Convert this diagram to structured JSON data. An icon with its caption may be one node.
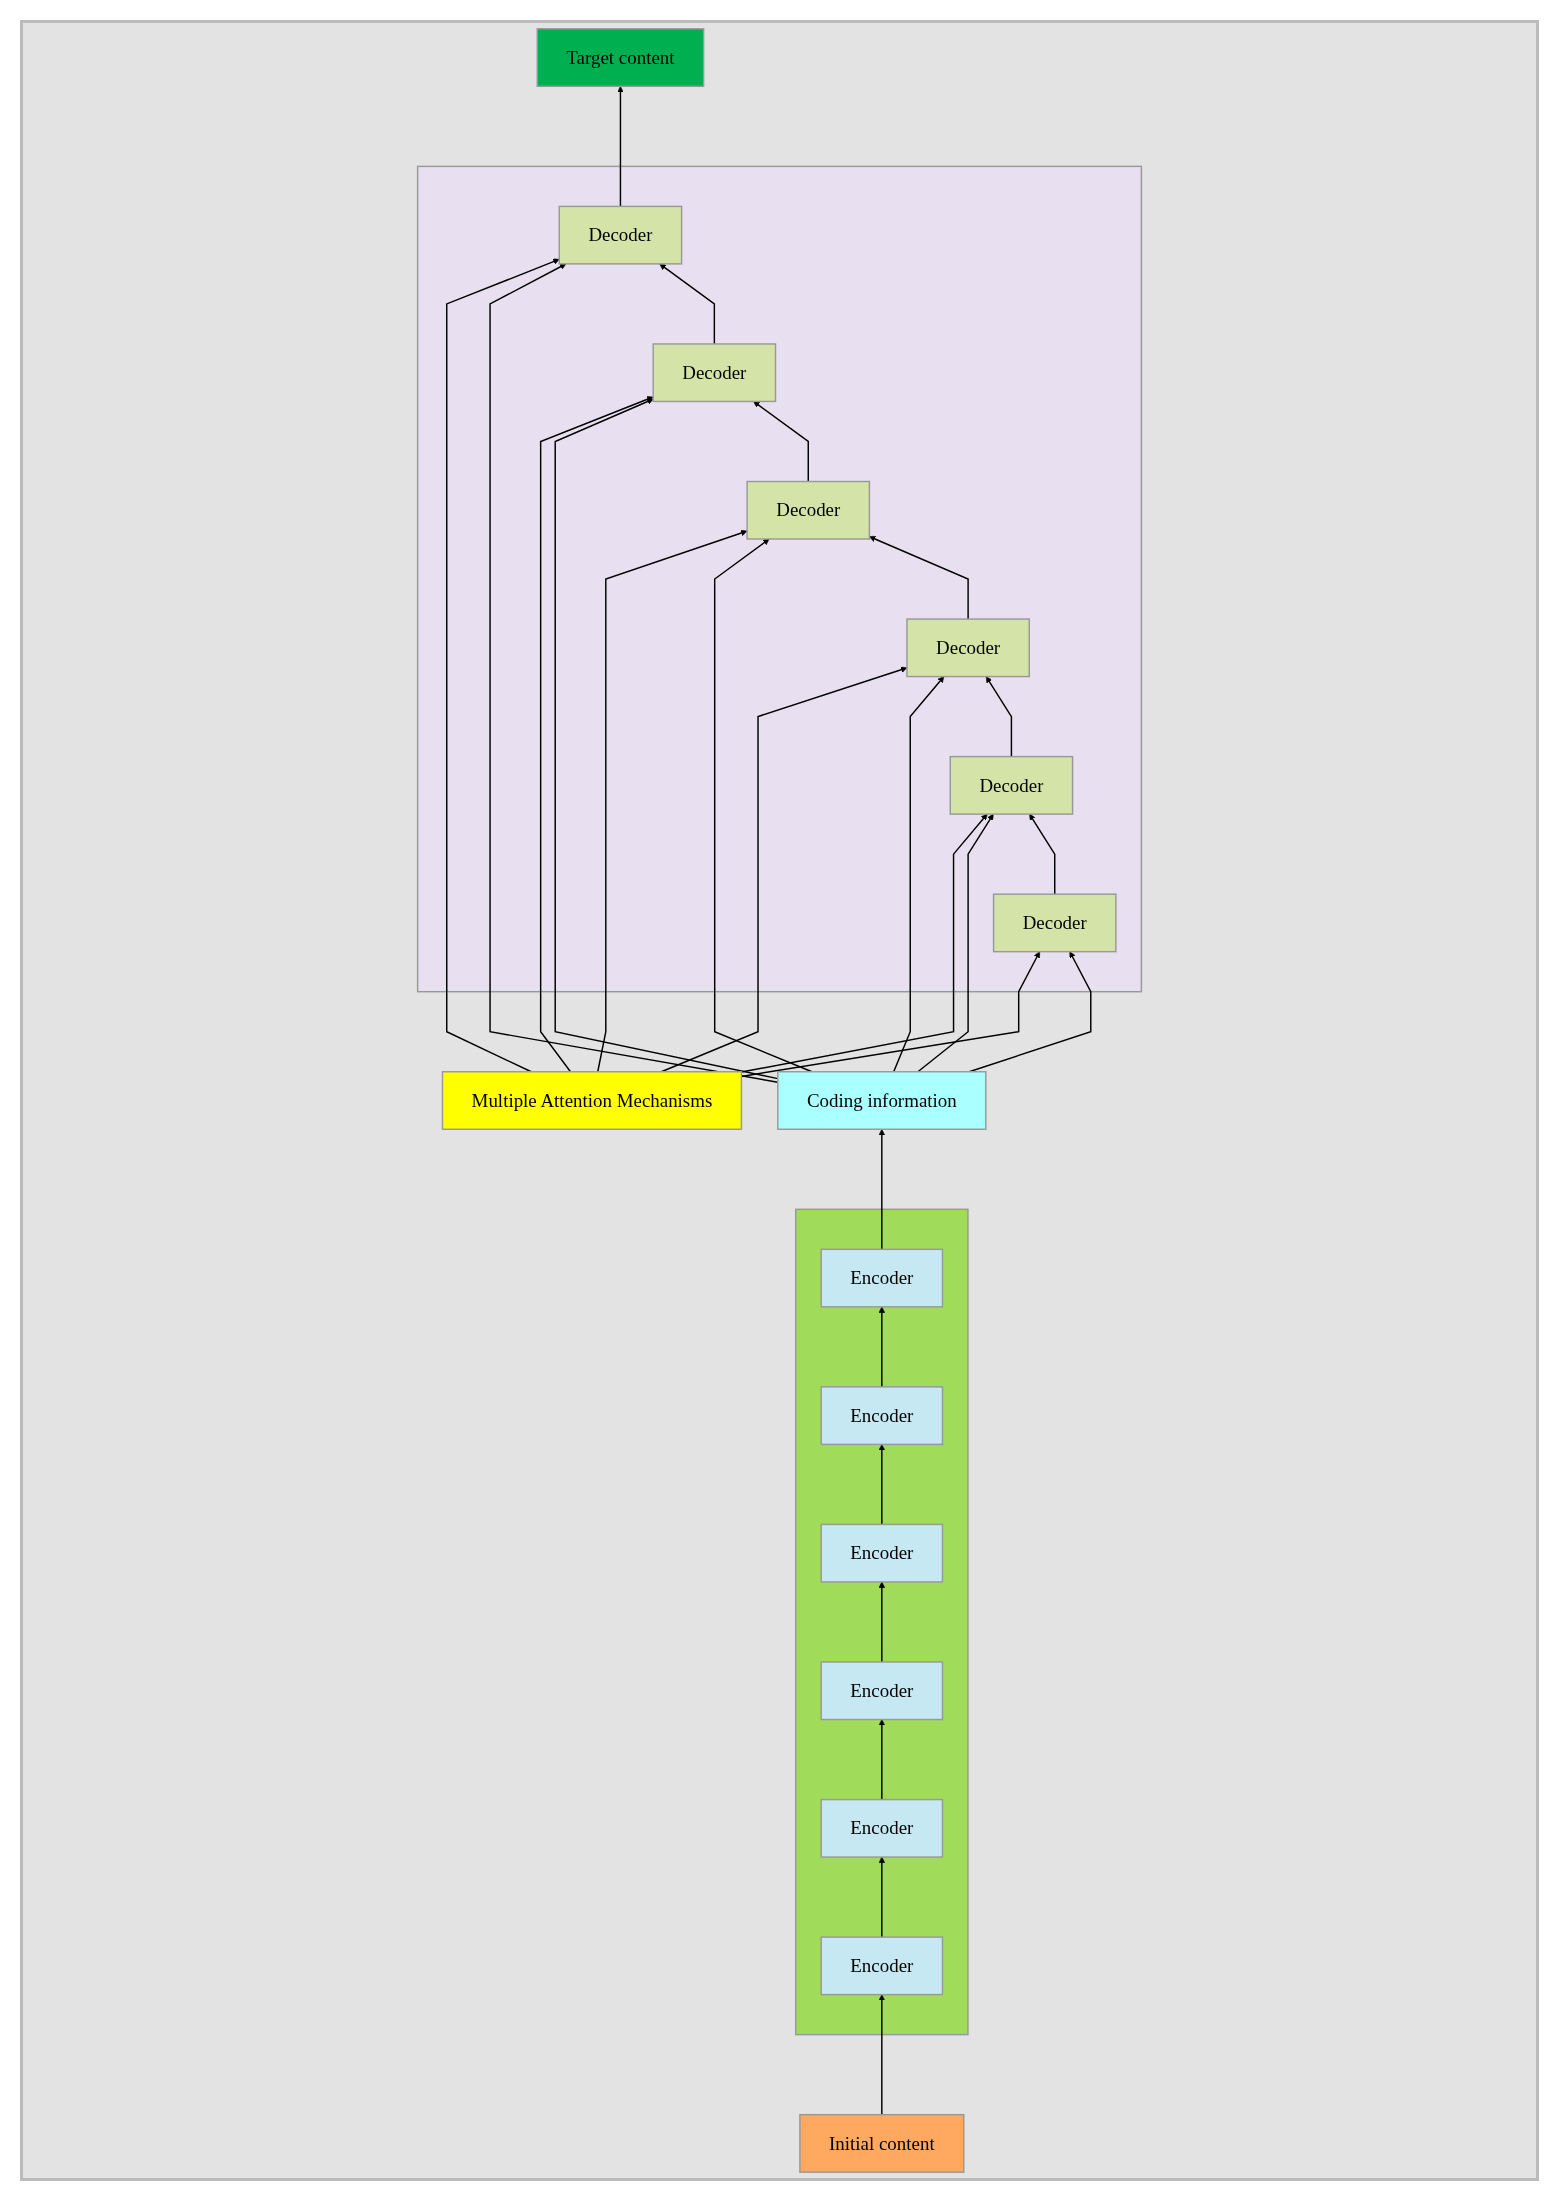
{
  "diagram": {
    "nodes": [
      {
        "text": [
          "Multiple Attention Mechanisms"
        ]
      },
      {
        "text": [
          "Coding information"
        ]
      },
      {
        "text": [
          "Target content"
        ]
      },
      {
        "text": [],
        "shape": "box"
      },
      {
        "text": [
          "Encoder"
        ],
        "in": 3
      },
      {
        "text": [
          "Encoder"
        ],
        "in": 3
      },
      {
        "text": [
          "Encoder"
        ],
        "in": 3
      },
      {
        "text": [
          "Encoder"
        ],
        "in": 3
      },
      {
        "text": [
          "Encoder"
        ],
        "in": 3
      },
      {
        "text": [
          "Encoder"
        ],
        "in": 3
      },
      {
        "text": [],
        "shape": "box"
      },
      {
        "text": [
          "Decoder"
        ],
        "in": 10
      },
      {
        "text": [
          "Decoder"
        ],
        "in": 10
      },
      {
        "text": [
          "Decoder"
        ],
        "in": 10
      },
      {
        "text": [
          "Decoder"
        ],
        "in": 10
      },
      {
        "text": [
          "Decoder"
        ],
        "in": 10
      },
      {
        "text": [
          "Decoder"
        ],
        "in": 10
      },
      {
        "text": [
          "Initial content"
        ]
      }
    ],
    "edges": [
      {
        "from": 17,
        "to": 9,
        "arrow": "to"
      },
      {
        "from": 9,
        "to": 8,
        "arrow": "to"
      },
      {
        "from": 8,
        "to": 7,
        "arrow": "to"
      },
      {
        "from": 7,
        "to": 6,
        "arrow": "to"
      },
      {
        "from": 6,
        "to": 5,
        "arrow": "to"
      },
      {
        "from": 5,
        "to": 4,
        "arrow": "to"
      },
      {
        "from": 4,
        "to": 1,
        "arrow": "to"
      },
      {
        "from": 0,
        "to": 11,
        "arrow": "to"
      },
      {
        "from": 0,
        "to": 12,
        "arrow": "to"
      },
      {
        "from": 0,
        "to": 13,
        "arrow": "to"
      },
      {
        "from": 0,
        "to": 14,
        "arrow": "to"
      },
      {
        "from": 0,
        "to": 15,
        "arrow": "to"
      },
      {
        "from": 0,
        "to": 16,
        "arrow": "to"
      },
      {
        "from": 1,
        "to": 11,
        "arrow": "to"
      },
      {
        "from": 1,
        "to": 12,
        "arrow": "to"
      },
      {
        "from": 1,
        "to": 13,
        "arrow": "to"
      },
      {
        "from": 1,
        "to": 14,
        "arrow": "to"
      },
      {
        "from": 1,
        "to": 15,
        "arrow": "to"
      },
      {
        "from": 1,
        "to": 16,
        "arrow": "to"
      },
      {
        "from": 16,
        "to": 15,
        "arrow": "to"
      },
      {
        "from": 15,
        "to": 14,
        "arrow": "to"
      },
      {
        "from": 14,
        "to": 13,
        "arrow": "to"
      },
      {
        "from": 13,
        "to": 12,
        "arrow": "to"
      },
      {
        "from": 12,
        "to": 11,
        "arrow": "to"
      },
      {
        "from": 11,
        "to": 2,
        "arrow": "to"
      }
    ]
  }
}
